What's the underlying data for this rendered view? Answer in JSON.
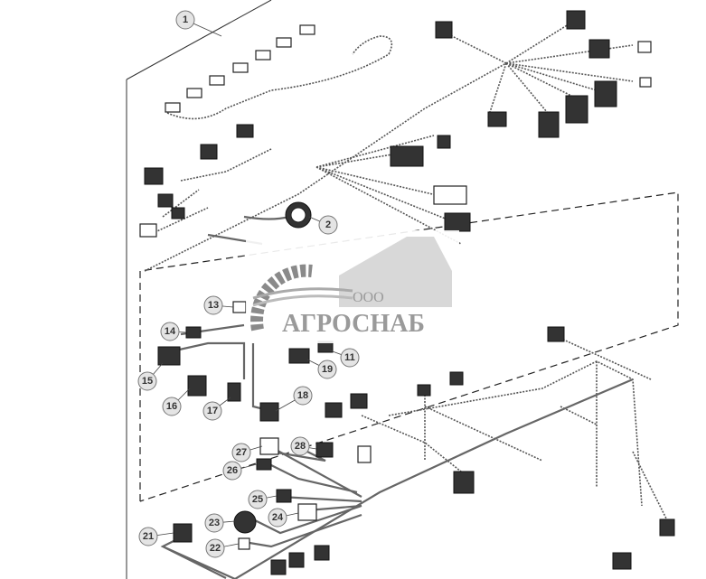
{
  "diagram": {
    "callouts": [
      {
        "label": "1"
      },
      {
        "label": "2"
      },
      {
        "label": "13"
      },
      {
        "label": "14"
      },
      {
        "label": "15"
      },
      {
        "label": "16"
      },
      {
        "label": "17"
      },
      {
        "label": "18"
      },
      {
        "label": "19"
      },
      {
        "label": "11"
      },
      {
        "label": "27"
      },
      {
        "label": "28"
      },
      {
        "label": "26"
      },
      {
        "label": "25"
      },
      {
        "label": "24"
      },
      {
        "label": "23"
      },
      {
        "label": "22"
      },
      {
        "label": "21"
      }
    ],
    "colors": {
      "line": "#222222",
      "callout_fill": "#e4e4e4",
      "watermark": "#9a9a9a"
    }
  },
  "watermark": {
    "prefix": "ООО",
    "name": "АГРОСНАБ"
  }
}
